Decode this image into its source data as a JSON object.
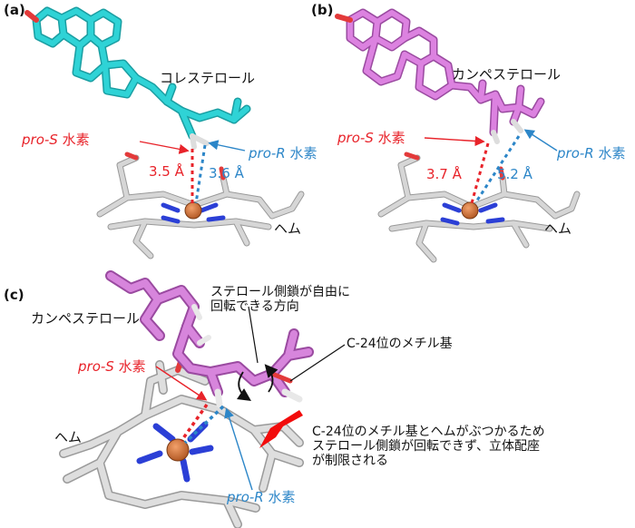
{
  "panels": {
    "a": {
      "tag": "(a)",
      "molecule": "コレステロール",
      "pro_s_italic": "pro-S",
      "pro_s_suffix": " 水素",
      "pro_r_italic": "pro-R",
      "pro_r_suffix": " 水素",
      "dist_s": "3.5 Å",
      "dist_r": "3.6 Å",
      "heme": "ヘム",
      "sterol_color": "#20c8cc"
    },
    "b": {
      "tag": "(b)",
      "molecule": "カンペステロール",
      "pro_s_italic": "pro-S",
      "pro_s_suffix": " 水素",
      "pro_r_italic": "pro-R",
      "pro_r_suffix": " 水素",
      "dist_s": "3.7 Å",
      "dist_r": "5.2 Å",
      "heme": "ヘム",
      "sterol_color": "#d277d8"
    },
    "c": {
      "tag": "(c)",
      "molecule": "カンペステロール",
      "rotation_note_1": "ステロール側鎖が自由に",
      "rotation_note_2": "回転できる方向",
      "methyl_label": "C-24位のメチル基",
      "pro_s_italic": "pro-S",
      "pro_s_suffix": " 水素",
      "pro_r_italic": "pro-R",
      "pro_r_suffix": " 水素",
      "heme": "ヘム",
      "clash_1": "C-24位のメチル基とヘムがぶつかるため",
      "clash_2": "ステロール側鎖が回転できず、立体配座",
      "clash_3": "が制限される"
    }
  },
  "colors": {
    "pro_s": "#e8232a",
    "pro_r": "#2c86c8",
    "heme_carbon": "#c8c8c8",
    "heme_nitrogen": "#2b3fd6",
    "iron": "#c96a36",
    "oxygen": "#e33a3a"
  }
}
